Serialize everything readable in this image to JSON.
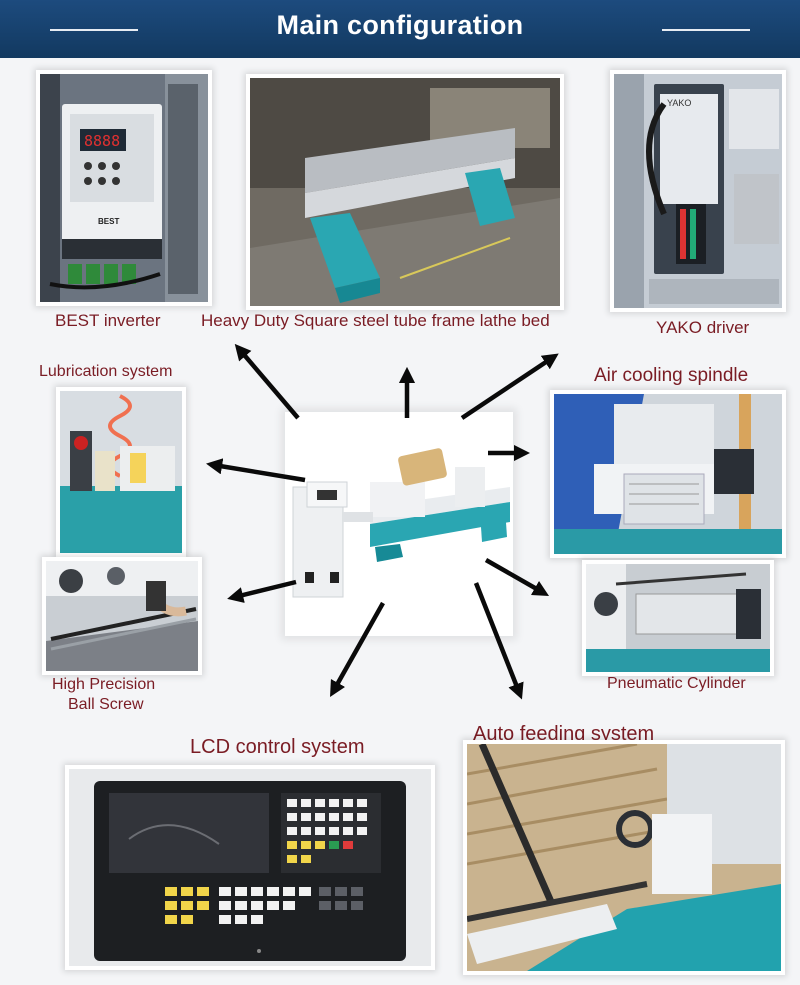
{
  "header": {
    "title": "Main configuration"
  },
  "labels": {
    "inverter": "BEST inverter",
    "lathe_bed": "Heavy Duty Square steel tube frame lathe bed",
    "driver": "YAKO driver",
    "lubrication": "Lubrication system",
    "spindle": "Air cooling spindle",
    "ball_screw_line1": "High Precision",
    "ball_screw_line2": "Ball Screw",
    "cylinder": "Pneumatic Cylinder",
    "lcd": "LCD control system",
    "auto_feed": "Auto feeding system"
  },
  "photo_text": {
    "inverter_display": "8888",
    "inverter_brand": "BEST",
    "driver_brand": "YAKO"
  },
  "colors": {
    "header": "#1a4573",
    "label": "#7a1c24",
    "machine_teal": "#25a6b3",
    "machine_white": "#eef0f2"
  }
}
